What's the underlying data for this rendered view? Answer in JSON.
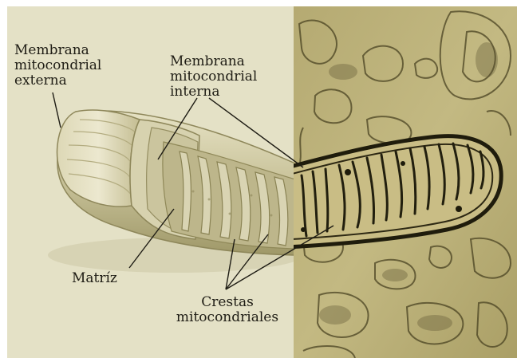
{
  "labels": {
    "outer_membrane": [
      "Membrana",
      "mitocondrial",
      "externa"
    ],
    "inner_membrane": [
      "Membrana",
      "mitocondrial",
      "interna"
    ],
    "matrix": "Matríz",
    "cristae": [
      "Crestas",
      "mitocondriales"
    ]
  },
  "colors": {
    "left_background": "#e4e1c6",
    "micrograph_background": "#bdb27a",
    "micrograph_dark": "#2a2614",
    "illustration_fill": "#c7c199",
    "illustration_shadow": "#a39c6e",
    "leader_line": "#1e1c14",
    "frame": "#ffffff"
  }
}
